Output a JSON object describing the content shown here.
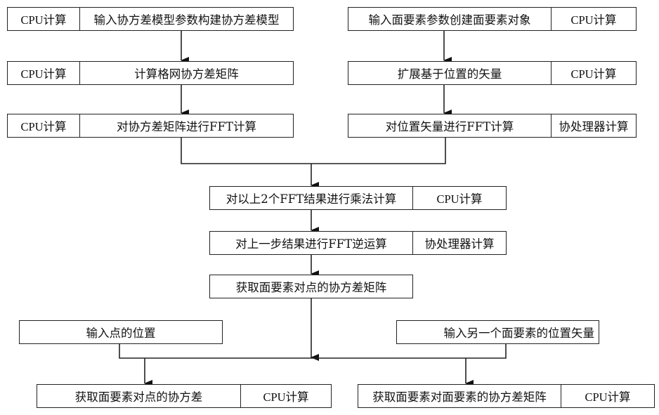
{
  "diagram": {
    "left_branch": [
      {
        "tag": "CPU计算",
        "text": "输入协方差模型参数构建协方差模型"
      },
      {
        "tag": "CPU计算",
        "text": "计算格网协方差矩阵"
      },
      {
        "tag": "CPU计算",
        "text": "对协方差矩阵进行FFT计算"
      }
    ],
    "right_branch": [
      {
        "text": "输入面要素参数创建面要素对象",
        "tag": "CPU计算"
      },
      {
        "text": "扩展基于位置的矢量",
        "tag": "CPU计算"
      },
      {
        "text": "对位置矢量进行FFT计算",
        "tag": "协处理器计算"
      }
    ],
    "middle": [
      {
        "text": "对以上2个FFT结果进行乘法计算",
        "tag": "CPU计算"
      },
      {
        "text": "对上一步结果进行FFT逆运算",
        "tag": "协处理器计算"
      },
      {
        "text": "获取面要素对点的协方差矩阵"
      }
    ],
    "inputs": {
      "point": "输入点的位置",
      "vector": "输入另一个面要素的位置矢量"
    },
    "outputs": [
      {
        "text": "获取面要素对点的协方差",
        "tag": "CPU计算"
      },
      {
        "text": "获取面要素对面要素的协方差矩阵",
        "tag": "CPU计算"
      }
    ],
    "edges": [
      [
        "left_branch.0",
        "left_branch.1"
      ],
      [
        "left_branch.1",
        "left_branch.2"
      ],
      [
        "right_branch.0",
        "right_branch.1"
      ],
      [
        "right_branch.1",
        "right_branch.2"
      ],
      [
        "left_branch.2",
        "middle.0"
      ],
      [
        "right_branch.2",
        "middle.0"
      ],
      [
        "middle.0",
        "middle.1"
      ],
      [
        "middle.1",
        "middle.2"
      ],
      [
        "middle.2",
        "outputs.0"
      ],
      [
        "inputs.point",
        "outputs.0"
      ],
      [
        "middle.2",
        "outputs.1"
      ],
      [
        "inputs.vector",
        "outputs.1"
      ]
    ]
  }
}
